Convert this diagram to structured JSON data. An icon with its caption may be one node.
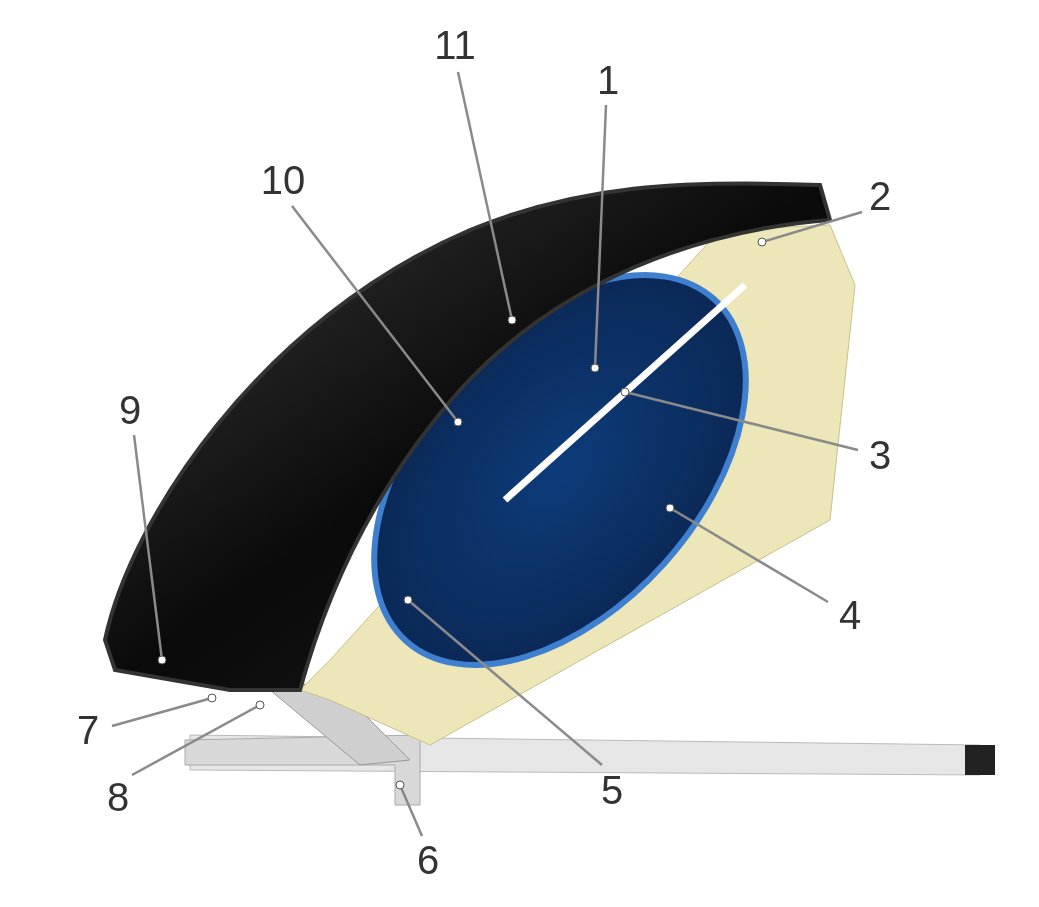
{
  "diagram": {
    "nodes": [
      {
        "text": [
          "11"
        ]
      },
      {
        "text": [
          "1"
        ]
      },
      {
        "text": [
          "2"
        ]
      },
      {
        "text": [
          "10"
        ]
      },
      {
        "text": [
          "9"
        ]
      },
      {
        "text": [
          "3"
        ]
      },
      {
        "text": [
          "4"
        ]
      },
      {
        "text": [
          "5"
        ]
      },
      {
        "text": [
          "7"
        ]
      },
      {
        "text": [
          "8"
        ]
      },
      {
        "text": [
          "6"
        ]
      }
    ],
    "edges": [
      {
        "from": 0,
        "to": null,
        "arrow": "other"
      },
      {
        "from": 1,
        "to": null,
        "arrow": "other"
      },
      {
        "from": 2,
        "to": null,
        "arrow": "other"
      },
      {
        "from": 3,
        "to": null,
        "arrow": "other"
      },
      {
        "from": 4,
        "to": null,
        "arrow": "other"
      },
      {
        "from": 5,
        "to": null,
        "arrow": "other"
      },
      {
        "from": 6,
        "to": null,
        "arrow": "other"
      },
      {
        "from": 7,
        "to": null,
        "arrow": "other"
      },
      {
        "from": 8,
        "to": null,
        "arrow": "other"
      },
      {
        "from": 9,
        "to": null,
        "arrow": "other"
      },
      {
        "from": 10,
        "to": null,
        "arrow": "other"
      }
    ]
  }
}
